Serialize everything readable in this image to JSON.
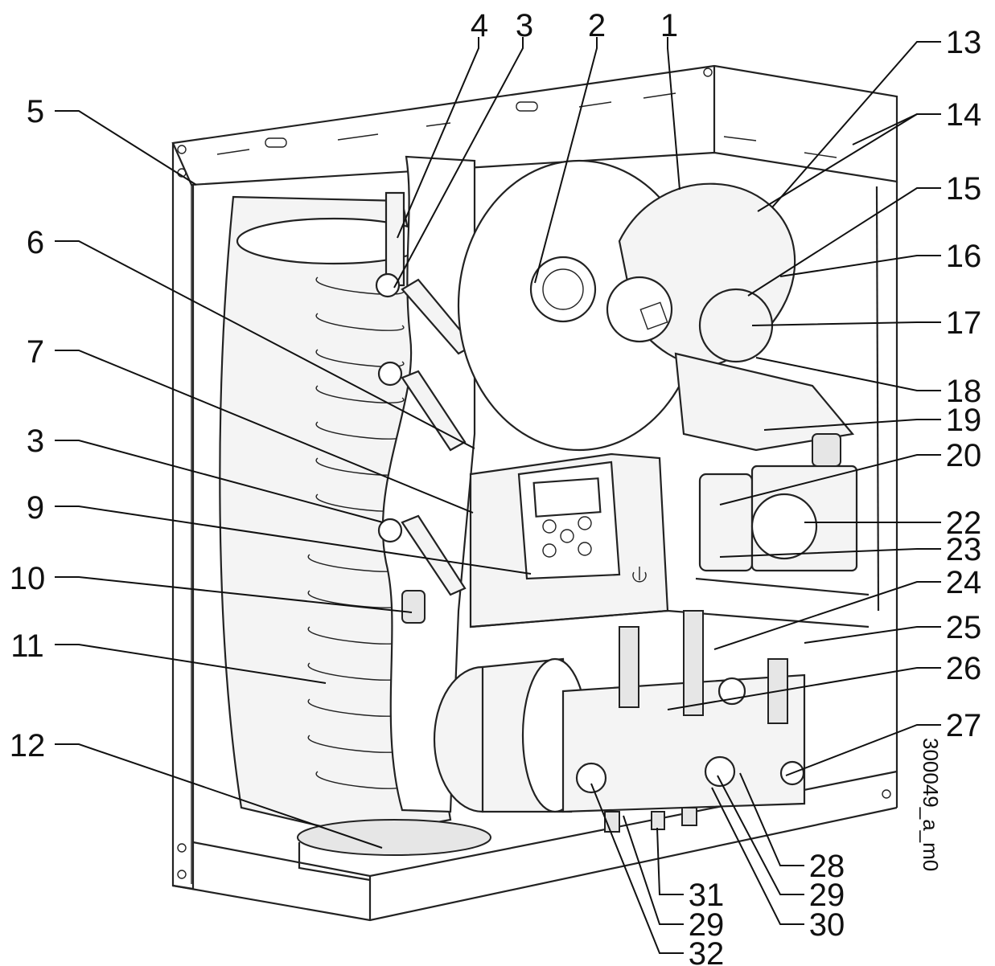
{
  "drawing_code": "300049_a_m0",
  "callouts": [
    "1",
    "2",
    "3",
    "4",
    "5",
    "6",
    "7",
    "3",
    "9",
    "10",
    "11",
    "12",
    "13",
    "14",
    "15",
    "16",
    "17",
    "18",
    "19",
    "20",
    "22",
    "23",
    "24",
    "25",
    "26",
    "27",
    "28",
    "29",
    "30",
    "31",
    "29",
    "32"
  ]
}
